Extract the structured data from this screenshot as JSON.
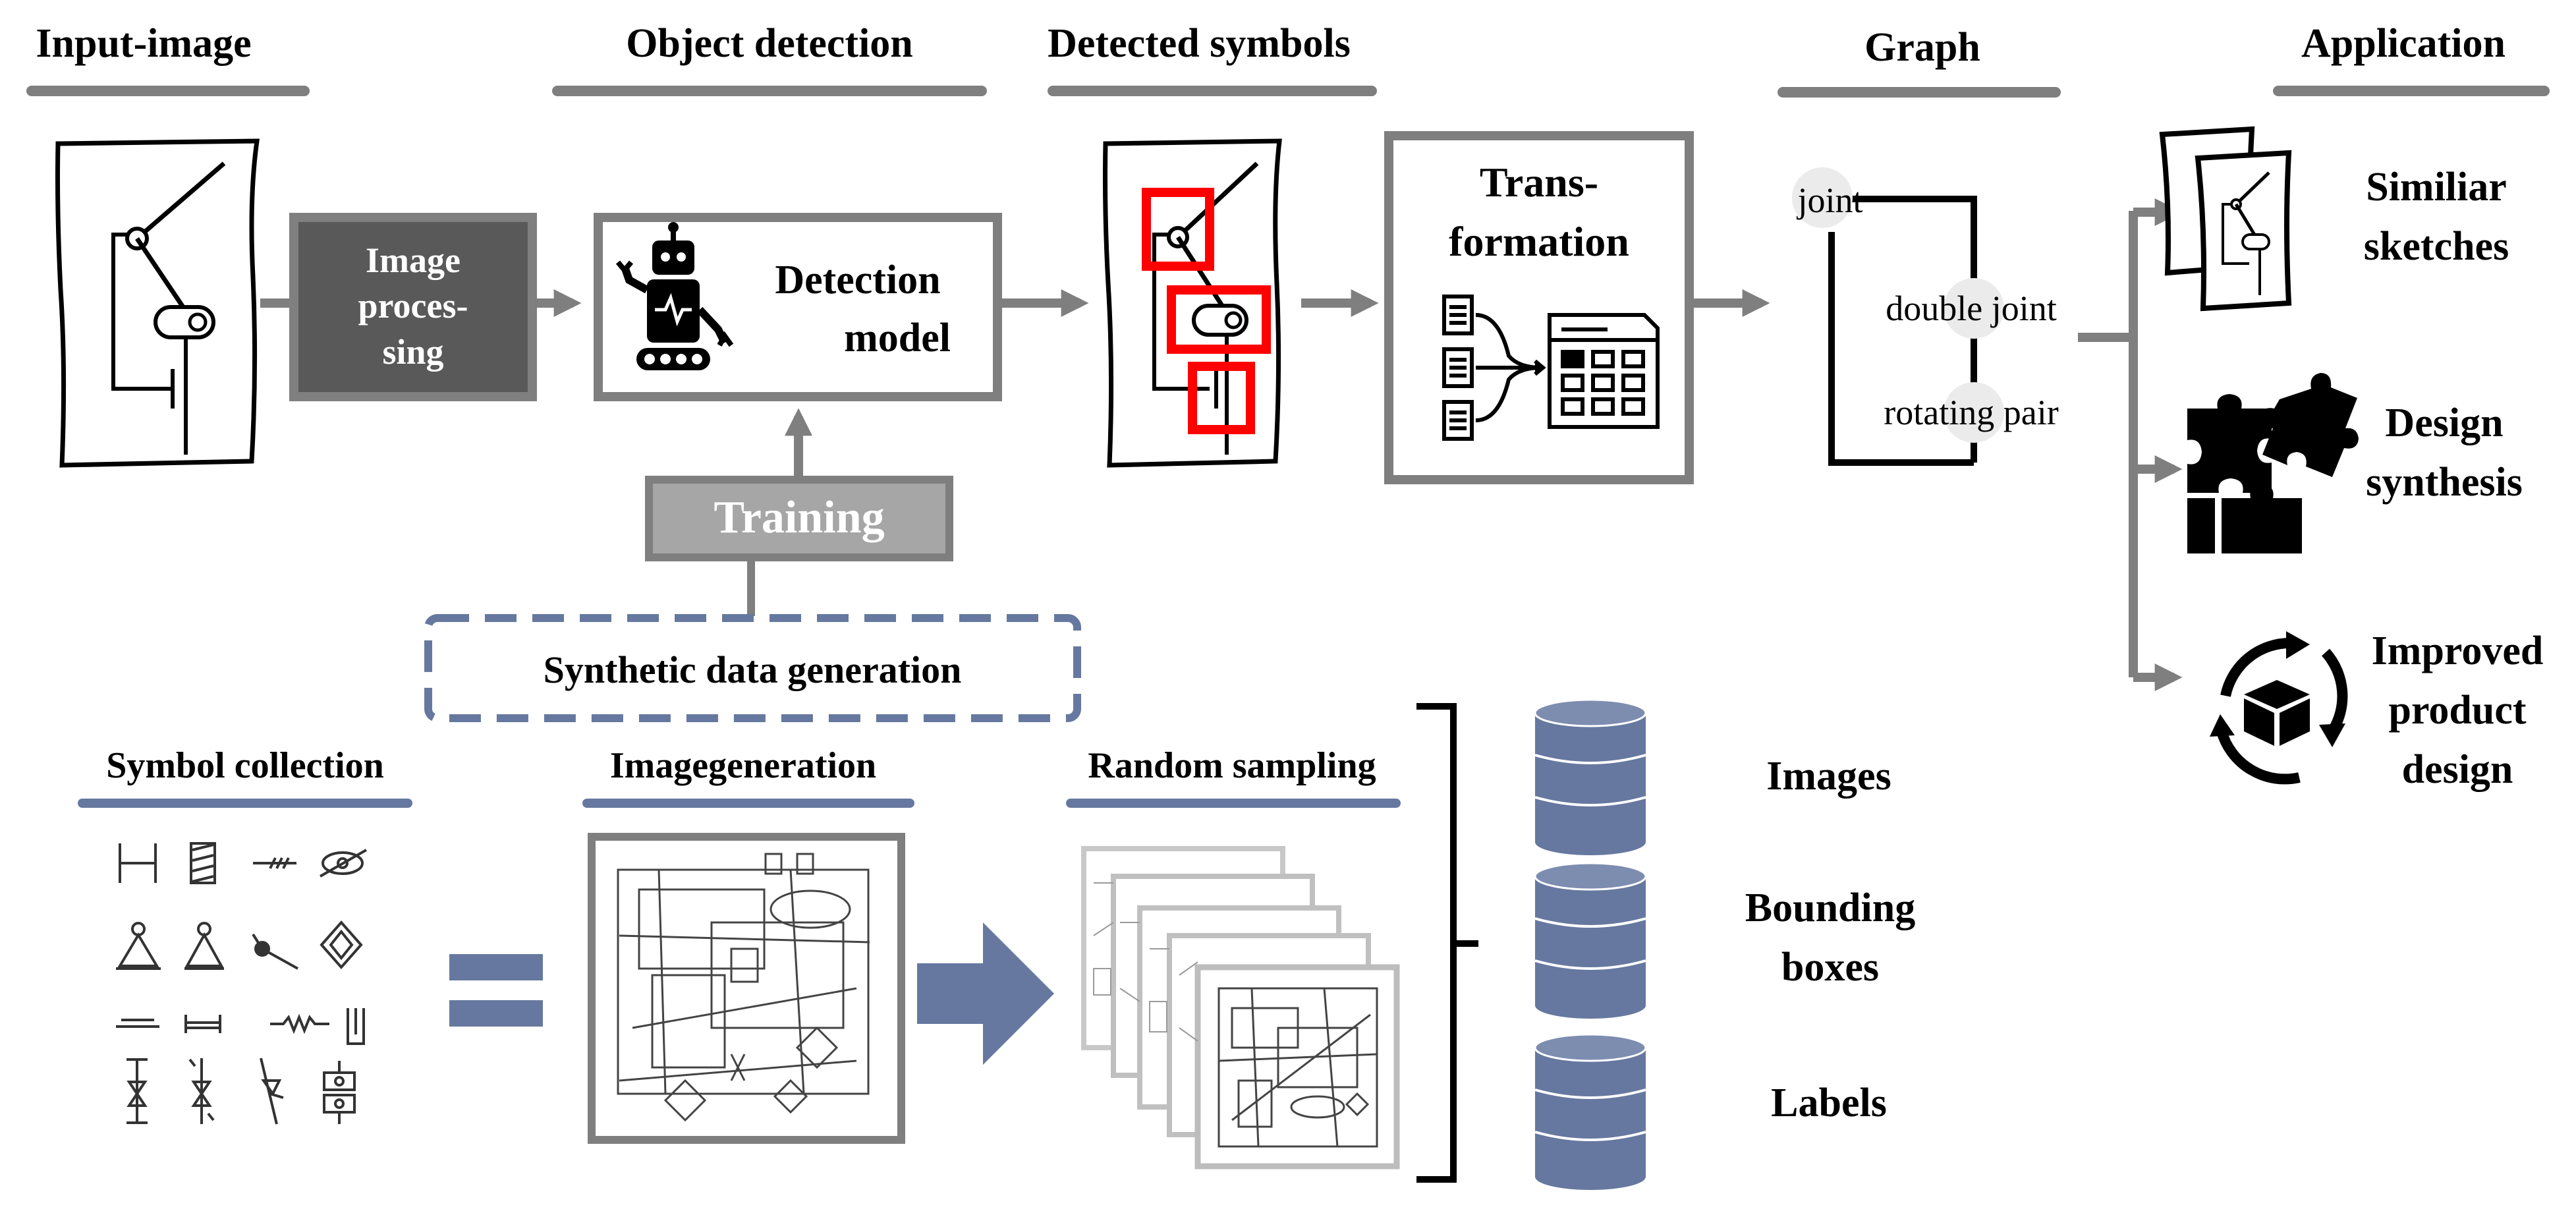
{
  "headers": {
    "input_image": "Input-image",
    "object_detection": "Object detection",
    "detected_symbols": "Detected symbols",
    "graph": "Graph",
    "application": "Application"
  },
  "pipeline": {
    "image_processing": [
      "Image",
      "proces-",
      "sing"
    ],
    "detection_model": [
      "Detection",
      "model"
    ],
    "transformation": [
      "Trans-",
      "formation"
    ],
    "training": "Training",
    "synthetic_data_generation": "Synthetic data generation"
  },
  "graph": {
    "joint": "joint",
    "double_joint": "double joint",
    "rotating_pair": "rotating pair"
  },
  "applications": [
    {
      "lines": [
        "Similiar",
        "sketches"
      ],
      "icon": "sketch-stack-icon"
    },
    {
      "lines": [
        "Design",
        "synthesis"
      ],
      "icon": "puzzle-icon"
    },
    {
      "lines": [
        "Improved",
        "product",
        "design"
      ],
      "icon": "box-cycle-icon"
    }
  ],
  "data_generation": {
    "symbol_collection": "Symbol collection",
    "image_generation": "Imagegeneration",
    "random_sampling": "Random sampling",
    "outputs": [
      {
        "lines": [
          "Images"
        ],
        "icon": "database-icon"
      },
      {
        "lines": [
          "Bounding",
          "boxes"
        ],
        "icon": "database-icon"
      },
      {
        "lines": [
          "Labels"
        ],
        "icon": "database-icon"
      }
    ]
  },
  "colors": {
    "gray_frame": "#7f7f7f",
    "dark_box": "#595959",
    "training_box": "#a6a6a6",
    "accent_blue": "#66789f",
    "detection_red": "#ff0000",
    "text": "#000000"
  }
}
